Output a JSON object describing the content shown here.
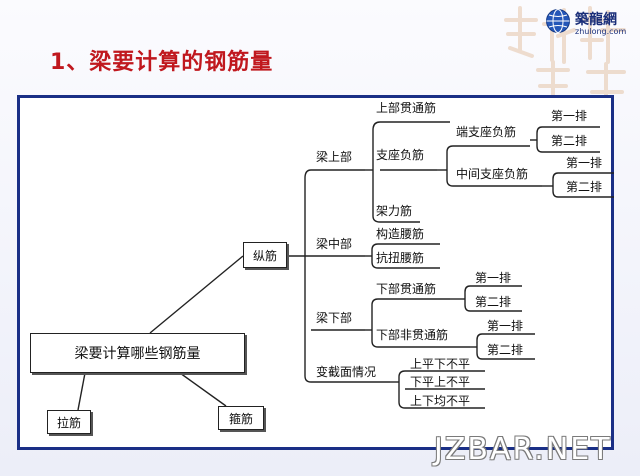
{
  "header": {
    "title": "1、梁要计算的钢筋量",
    "logo_name": "築龍網",
    "logo_url": "zhulong.com"
  },
  "diagram": {
    "root": "梁要计算哪些钢筋量",
    "branches": {
      "longitudinal": "纵筋",
      "tie": "拉筋",
      "stirrup": "箍筋"
    },
    "zones": {
      "top": "梁上部",
      "middle": "梁中部",
      "bottom": "梁下部",
      "variable_section": "变截面情况"
    },
    "top_items": {
      "continuous": "上部贯通筋",
      "support_negative": "支座负筋",
      "erection": "架力筋"
    },
    "support_items": {
      "end": "端支座负筋",
      "middle": "中间支座负筋"
    },
    "middle_items": {
      "structural": "构造腰筋",
      "torsion": "抗扭腰筋"
    },
    "bottom_items": {
      "continuous": "下部贯通筋",
      "non_continuous": "下部非贯通筋"
    },
    "rows": {
      "first": "第一排",
      "second": "第二排"
    },
    "variable_cases": [
      "上平下不平",
      "下平上不平",
      "上下均不平"
    ]
  },
  "watermark": "JZBAR.NET",
  "colors": {
    "title": "#c0181e",
    "frame": "#1a2f86"
  }
}
